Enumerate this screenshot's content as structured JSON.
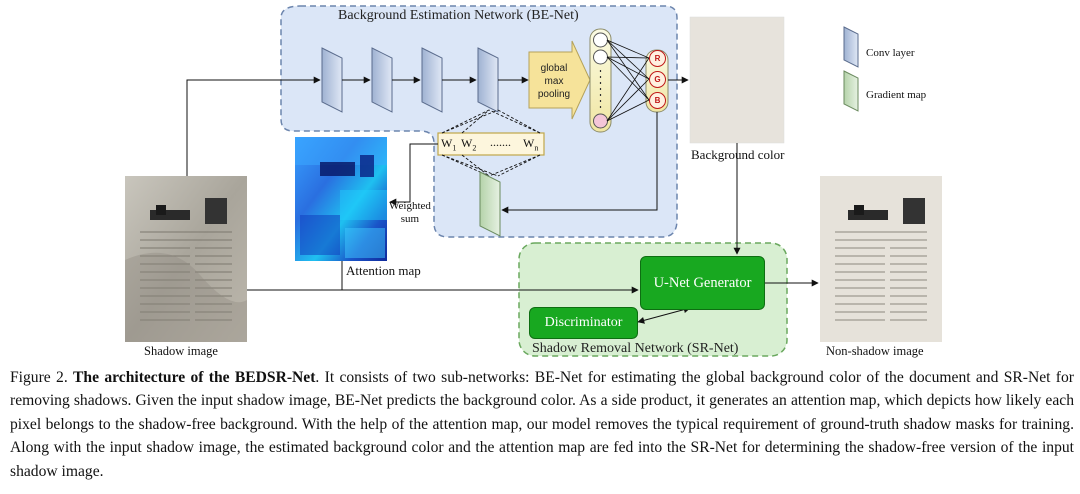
{
  "be_net": {
    "title": "Background Estimation Network (BE-Net)"
  },
  "sr_net": {
    "title": "Shadow Removal Network (SR-Net)"
  },
  "pooling": {
    "line1": "global",
    "line2": "max",
    "line3": "pooling"
  },
  "rgb_nodes": [
    "R",
    "G",
    "B"
  ],
  "weights": {
    "w1": "W",
    "w1_sub": "1",
    "w2": "W",
    "w2_sub": "2",
    "dots": ".......",
    "wn": "W",
    "wn_sub": "n"
  },
  "labels": {
    "background_color": "Background color",
    "weighted_sum_line1": "Weighted",
    "weighted_sum_line2": "sum",
    "attention_map": "Attention map",
    "shadow_image": "Shadow image",
    "non_shadow_image": "Non-shadow image"
  },
  "generator": {
    "label": "U-Net Generator"
  },
  "discriminator": {
    "label": "Discriminator"
  },
  "legend": {
    "conv": "Conv layer",
    "gradient": "Gradient map"
  },
  "colors": {
    "be_net_fill": "#dbe6f7",
    "be_net_border": "#6c85ad",
    "sr_net_fill": "#d8efd2",
    "sr_net_border": "#6aa85e",
    "conv_fill": "#c6d3ea",
    "gradient_fill": "#cfe3c9",
    "pooling_fill": "#f6e39a",
    "button_green": "#18a820"
  },
  "caption": {
    "prefix": "Figure 2. ",
    "bold": "The architecture of the BEDSR-Net",
    "text": ". It consists of two sub-networks: BE-Net for estimating the global background color of the document and SR-Net for removing shadows. Given the input shadow image, BE-Net predicts the background color. As a side product, it generates an attention map, which depicts how likely each pixel belongs to the shadow-free background. With the help of the attention map, our model removes the typical requirement of ground-truth shadow masks for training. Along with the input shadow image, the estimated background color and the attention map are fed into the SR-Net for determining the shadow-free version of the input shadow image."
  }
}
